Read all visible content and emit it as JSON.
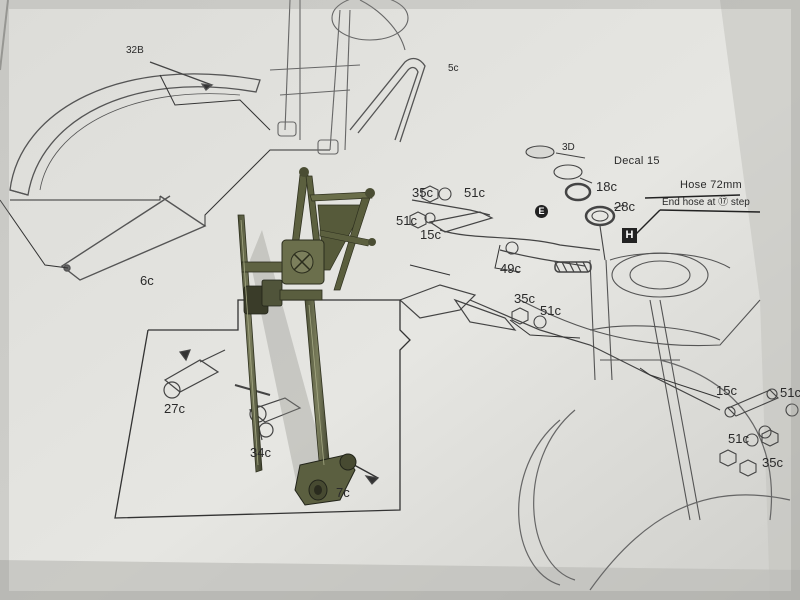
{
  "photo": {
    "subject": "assembled-front-fork-on-instruction-sheet"
  },
  "labels": {
    "p32b": "32B",
    "p5c": "5c",
    "p6c": "6c",
    "p3d": "3D",
    "decal": "Decal 15",
    "p18c": "18c",
    "hose": "Hose 72mm",
    "p28c": "28c",
    "end_hose": "End hose at ⑰ step",
    "p35c_a": "35c",
    "p51c_a": "51c",
    "p51c_b": "51c",
    "p15c_a": "15c",
    "p49c": "49c",
    "p35c_b": "35c",
    "p51c_c": "51c",
    "p27c": "27c",
    "p34c": "34c",
    "p15c_b": "15c",
    "p51c_d": "51c",
    "p51c_e": "51c",
    "p35c_c": "35c",
    "p7c": "7c",
    "letter_e": "E",
    "letter_h": "H"
  }
}
